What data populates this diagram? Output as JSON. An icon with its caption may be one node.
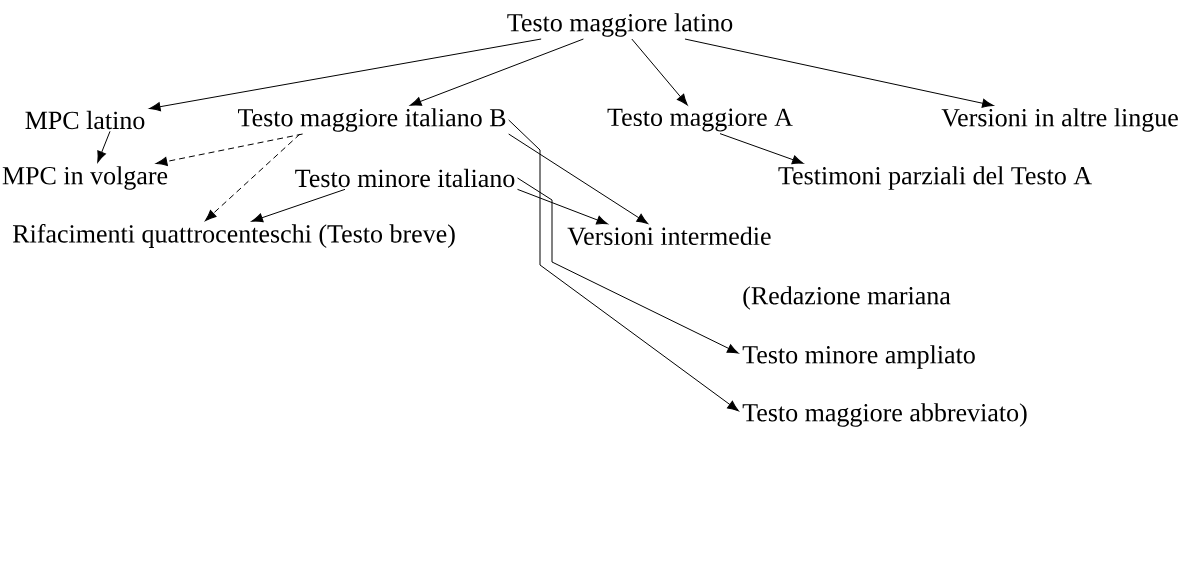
{
  "diagram": {
    "nodes": [
      {
        "text": [
          "Testo maggiore latino"
        ]
      },
      {
        "text": [
          "MPC latino"
        ]
      },
      {
        "text": [
          "Testo maggiore italiano B"
        ]
      },
      {
        "text": [
          "Testo maggiore A"
        ]
      },
      {
        "text": [
          "Versioni in altre lingue"
        ]
      },
      {
        "text": [
          "MPC in volgare"
        ]
      },
      {
        "text": [
          "Testo minore italiano"
        ]
      },
      {
        "text": [
          "Testimoni parziali del Testo A"
        ]
      },
      {
        "text": [
          "Rifacimenti quattrocenteschi (Testo breve)"
        ]
      },
      {
        "text": [
          "Versioni intermedie"
        ]
      },
      {
        "text": [
          "Testo minore ampliato"
        ]
      },
      {
        "text": [
          "Testo maggiore abbreviato)"
        ]
      }
    ],
    "edges": [
      {
        "from": 0,
        "to": 1,
        "arrow": "to"
      },
      {
        "from": 0,
        "to": 2,
        "arrow": "to"
      },
      {
        "from": 0,
        "to": 3,
        "arrow": "to"
      },
      {
        "from": 0,
        "to": 4,
        "arrow": "to"
      },
      {
        "from": 1,
        "to": 5,
        "arrow": "to"
      },
      {
        "from": 2,
        "to": 5,
        "arrow": "to",
        "style": "dashed"
      },
      {
        "from": 2,
        "to": 8,
        "arrow": "to",
        "style": "dashed"
      },
      {
        "from": 2,
        "to": 9,
        "arrow": "to"
      },
      {
        "from": 2,
        "to": 11,
        "arrow": "to"
      },
      {
        "from": 3,
        "to": 7,
        "arrow": "to"
      },
      {
        "from": 6,
        "to": 8,
        "arrow": "to"
      },
      {
        "from": 6,
        "to": 9,
        "arrow": "to"
      },
      {
        "from": 6,
        "to": 10,
        "arrow": "to"
      }
    ],
    "labels": [
      "(Redazione mariana"
    ]
  }
}
